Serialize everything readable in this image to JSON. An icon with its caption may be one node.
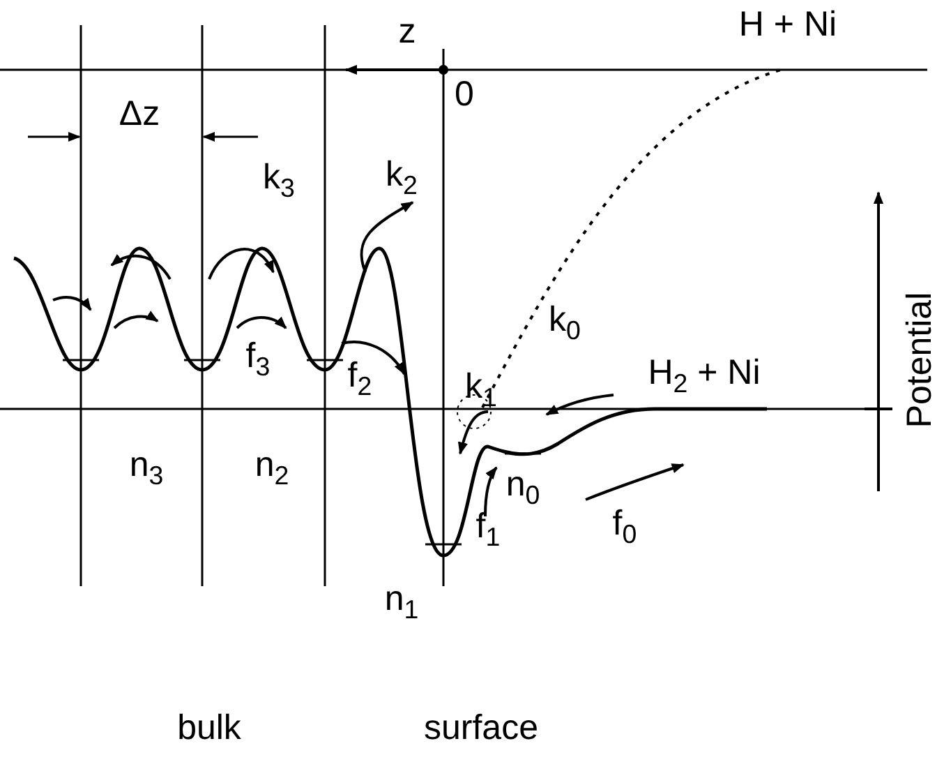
{
  "diagram": {
    "labels": [
      "z",
      "0",
      "H + Ni",
      "Δz",
      "k$_{3}$",
      "k$_{2}$",
      "Potential",
      "f$_{3}$",
      "f$_{2}$",
      "k$_{1}$",
      "k$_{0}$",
      "H$_{2}$ + Ni",
      "n$_{3}$",
      "n$_{2}$",
      "n$_{0}$",
      "f$_{1}$",
      "f$_{0}$",
      "n$_{1}$",
      "bulk",
      "surface"
    ]
  }
}
